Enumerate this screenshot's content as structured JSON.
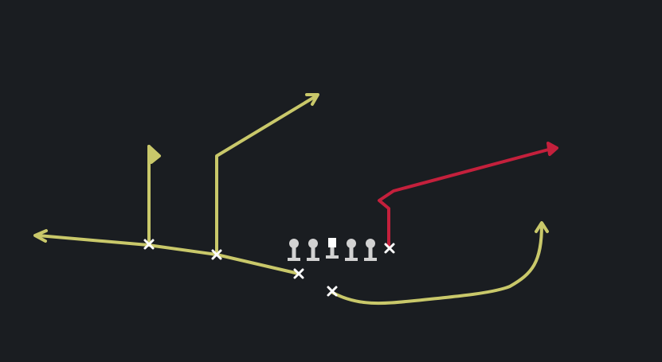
{
  "colors": {
    "background": "#1a1d21",
    "route_primary": "#c9c86a",
    "route_highlight": "#c4203c",
    "player_marker": "#ffffff",
    "linemen": "#d2d2d2"
  },
  "diagram": {
    "type": "football-play-diagram",
    "marker_icon": "x-marker-icon",
    "lineman_icon": "lineman-icon",
    "center_icon": "center-square-icon",
    "routes": [
      {
        "id": "out-route-left",
        "color": "route_primary",
        "arrowhead": "arrow"
      },
      {
        "id": "curl-route",
        "color": "route_primary",
        "arrowhead": "flag"
      },
      {
        "id": "post-route",
        "color": "route_primary",
        "arrowhead": "arrow"
      },
      {
        "id": "corner-route",
        "color": "route_highlight",
        "arrowhead": "arrow"
      },
      {
        "id": "wheel-route",
        "color": "route_primary",
        "arrowhead": "arrow"
      }
    ]
  }
}
